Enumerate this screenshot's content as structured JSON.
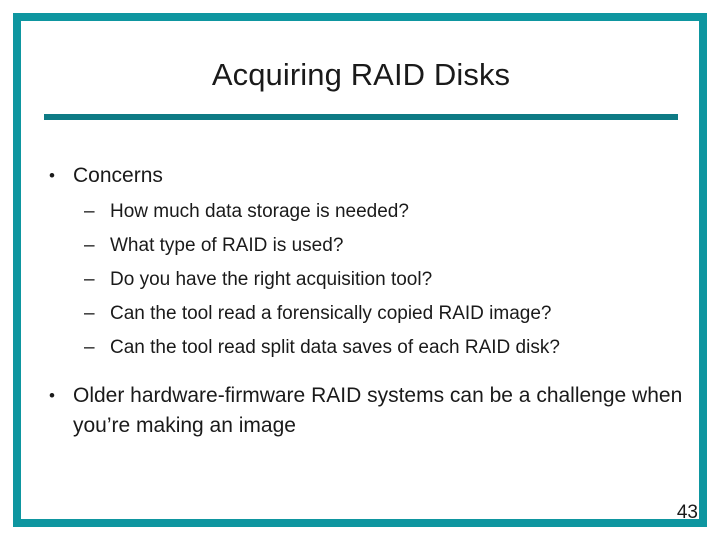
{
  "slide": {
    "title": "Acquiring RAID Disks",
    "page_number": "43",
    "accent_color": "#0e96a0",
    "rule_color": "#0e7b85",
    "text_color": "#1a1a1a",
    "background_color": "#ffffff",
    "bullet_marker": "•",
    "sub_bullet_marker": "–",
    "content": {
      "concerns": {
        "label": "Concerns",
        "items": [
          "How much data storage is needed?",
          "What type of RAID is used?",
          "Do you have the right acquisition tool?",
          "Can the tool read a forensically copied RAID image?",
          "Can the tool read split data saves of each RAID disk?"
        ]
      },
      "closing_bullet": "Older hardware-firmware RAID systems can be a challenge when you’re making an image"
    }
  }
}
